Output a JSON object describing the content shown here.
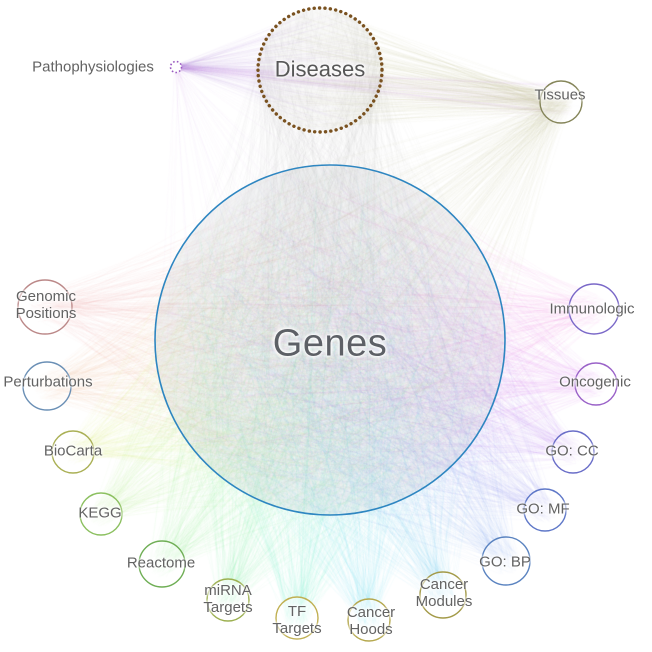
{
  "network": {
    "central": {
      "id": "genes",
      "label": "Genes",
      "ring_color": "#2e86c1",
      "fill_tint": "#7d8796"
    },
    "nodes": [
      {
        "id": "diseases",
        "label": "Diseases",
        "edge_color": "#5f665a",
        "ring_color": "#7a5220"
      },
      {
        "id": "pathophysiologies",
        "label": "Pathophysiologies",
        "edge_color": "#a873cf",
        "ring_color": "#9a5ac0"
      },
      {
        "id": "tissues",
        "label": "Tissues",
        "edge_color": "#97a050",
        "ring_color": "#85855a"
      },
      {
        "id": "genomic-positions",
        "label": "Genomic Positions",
        "edge_color": "#ef8a8a",
        "ring_color": "#bb8888"
      },
      {
        "id": "perturbations",
        "label": "Perturbations",
        "edge_color": "#ef9a72",
        "ring_color": "#6a8fb5"
      },
      {
        "id": "biocarta",
        "label": "BioCarta",
        "edge_color": "#ccdf66",
        "ring_color": "#aab055"
      },
      {
        "id": "kegg",
        "label": "KEGG",
        "edge_color": "#a6e66e",
        "ring_color": "#8cc060"
      },
      {
        "id": "reactome",
        "label": "Reactome",
        "edge_color": "#7ce86e",
        "ring_color": "#6fae55"
      },
      {
        "id": "mirna-targets",
        "label": "miRNA Targets",
        "edge_color": "#52e887",
        "ring_color": "#9cb050"
      },
      {
        "id": "tf-targets",
        "label": "TF Targets",
        "edge_color": "#3ee2c2",
        "ring_color": "#c0b052"
      },
      {
        "id": "cancer-hoods",
        "label": "Cancer Hoods",
        "edge_color": "#3bd2e6",
        "ring_color": "#b5a84e"
      },
      {
        "id": "cancer-modules",
        "label": "Cancer Modules",
        "edge_color": "#46b2ea",
        "ring_color": "#a39a48"
      },
      {
        "id": "go-bp",
        "label": "GO: BP",
        "edge_color": "#5a92ea",
        "ring_color": "#5a83c0"
      },
      {
        "id": "go-mf",
        "label": "GO: MF",
        "edge_color": "#7a78ee",
        "ring_color": "#5f78c8"
      },
      {
        "id": "go-cc",
        "label": "GO: CC",
        "edge_color": "#a065ec",
        "ring_color": "#6a6ec8"
      },
      {
        "id": "oncogenic",
        "label": "Oncogenic",
        "edge_color": "#cf5cee",
        "ring_color": "#9a62c8"
      },
      {
        "id": "immunologic",
        "label": "Immunologic",
        "edge_color": "#ea5ad8",
        "ring_color": "#7a68c8"
      }
    ]
  }
}
